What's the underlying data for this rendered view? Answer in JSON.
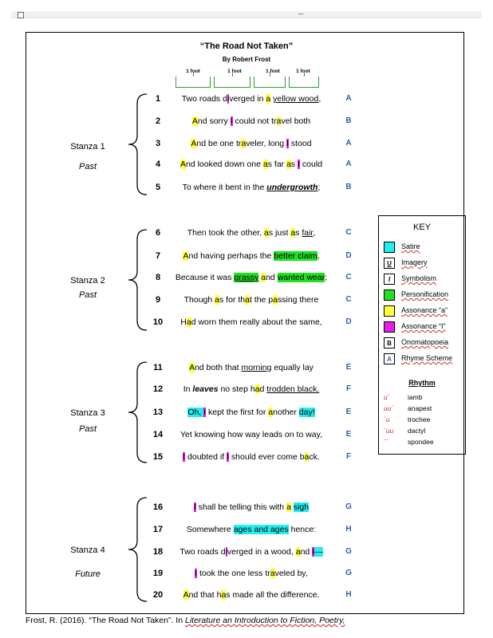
{
  "poem": {
    "title": "“The Road Not Taken”",
    "author": "By Robert Frost",
    "foot_labels": [
      "1 foot",
      "1 foot",
      "1 foot",
      "1 foot"
    ]
  },
  "stanzas": [
    {
      "label": "Stanza 1",
      "time": "Past"
    },
    {
      "label": "Stanza 2",
      "time": "Past"
    },
    {
      "label": "Stanza 3",
      "time": "Past"
    },
    {
      "label": "Stanza 4",
      "time": "Future"
    }
  ],
  "lines": [
    {
      "n": "1",
      "rhyme": "A",
      "segs": [
        [
          "Two roads d",
          ""
        ],
        [
          "i",
          "m"
        ],
        [
          "verged in ",
          ""
        ],
        [
          "a",
          "y"
        ],
        [
          " ",
          ""
        ],
        [
          "yellow wood",
          ""
        ],
        [
          ",",
          ""
        ]
      ]
    },
    {
      "n": "2",
      "rhyme": "B",
      "segs": [
        [
          "A",
          "y"
        ],
        [
          "nd sorry ",
          ""
        ],
        [
          "I",
          "m"
        ],
        [
          " could not tr",
          ""
        ],
        [
          "a",
          "y"
        ],
        [
          "vel both",
          ""
        ]
      ]
    },
    {
      "n": "3",
      "rhyme": "A",
      "segs": [
        [
          "A",
          "y"
        ],
        [
          "nd be one tr",
          ""
        ],
        [
          "a",
          "y"
        ],
        [
          "veler, long ",
          ""
        ],
        [
          "I",
          "m"
        ],
        [
          " stood",
          ""
        ]
      ]
    },
    {
      "n": "4",
      "rhyme": "A",
      "segs": [
        [
          "A",
          "y"
        ],
        [
          "nd looked down one ",
          ""
        ],
        [
          "a",
          "y"
        ],
        [
          "s far ",
          ""
        ],
        [
          "a",
          "y"
        ],
        [
          "s ",
          ""
        ],
        [
          "I",
          "m"
        ],
        [
          " could",
          ""
        ]
      ]
    },
    {
      "n": "5",
      "rhyme": "B",
      "segs": [
        [
          "To where it bent in the ",
          ""
        ],
        [
          "undergrowth",
          ""
        ],
        [
          ";",
          ""
        ]
      ]
    },
    {
      "n": "6",
      "rhyme": "C",
      "segs": [
        [
          "Then took the other, ",
          ""
        ],
        [
          "a",
          "y"
        ],
        [
          "s just ",
          ""
        ],
        [
          "a",
          "y"
        ],
        [
          "s ",
          ""
        ],
        [
          "fair",
          ""
        ],
        [
          ",",
          ""
        ]
      ]
    },
    {
      "n": "7",
      "rhyme": "D",
      "segs": [
        [
          "A",
          "y"
        ],
        [
          "nd having perhaps the ",
          ""
        ],
        [
          "better claim",
          "g"
        ],
        [
          ",",
          ""
        ]
      ]
    },
    {
      "n": "8",
      "rhyme": "C",
      "segs": [
        [
          "Because it was ",
          ""
        ],
        [
          "grassy",
          "g"
        ],
        [
          " ",
          ""
        ],
        [
          "a",
          "y"
        ],
        [
          "nd ",
          ""
        ],
        [
          "wanted wear",
          "g"
        ],
        [
          ";",
          ""
        ]
      ]
    },
    {
      "n": "9",
      "rhyme": "C",
      "segs": [
        [
          "Though ",
          ""
        ],
        [
          "a",
          "y"
        ],
        [
          "s for th",
          ""
        ],
        [
          "a",
          "y"
        ],
        [
          "t the p",
          ""
        ],
        [
          "a",
          "y"
        ],
        [
          "ssing there",
          ""
        ]
      ]
    },
    {
      "n": "10",
      "rhyme": "D",
      "segs": [
        [
          "H",
          ""
        ],
        [
          "a",
          "y"
        ],
        [
          "d worn them really about the same,",
          ""
        ]
      ]
    },
    {
      "n": "11",
      "rhyme": "E",
      "segs": [
        [
          "A",
          "y"
        ],
        [
          "nd both that ",
          ""
        ],
        [
          "morning",
          ""
        ],
        [
          " equally lay",
          ""
        ]
      ]
    },
    {
      "n": "12",
      "rhyme": "F",
      "segs": [
        [
          "In ",
          ""
        ],
        [
          "leaves",
          ""
        ],
        [
          " no step h",
          ""
        ],
        [
          "a",
          "y"
        ],
        [
          "d ",
          ""
        ],
        [
          "trodden black.",
          ""
        ]
      ]
    },
    {
      "n": "13",
      "rhyme": "E",
      "segs": [
        [
          "Oh, ",
          "c"
        ],
        [
          "I",
          "m"
        ],
        [
          " kept the first for ",
          ""
        ],
        [
          "a",
          "y"
        ],
        [
          "nother ",
          ""
        ],
        [
          "day!",
          "c"
        ]
      ]
    },
    {
      "n": "14",
      "rhyme": "E",
      "segs": [
        [
          "Yet knowing how way leads on to way,",
          ""
        ]
      ]
    },
    {
      "n": "15",
      "rhyme": "F",
      "segs": [
        [
          "I",
          "m"
        ],
        [
          " doubted if ",
          ""
        ],
        [
          "I",
          "m"
        ],
        [
          " should ever come b",
          ""
        ],
        [
          "a",
          "y"
        ],
        [
          "ck.",
          ""
        ]
      ]
    },
    {
      "n": "16",
      "rhyme": "G",
      "segs": [
        [
          "I",
          "m"
        ],
        [
          " shall be telling this with ",
          ""
        ],
        [
          "a",
          "y"
        ],
        [
          " ",
          ""
        ],
        [
          "sigh",
          "c"
        ]
      ]
    },
    {
      "n": "17",
      "rhyme": "H",
      "segs": [
        [
          "Somewhere ",
          ""
        ],
        [
          "ages and ages",
          "c"
        ],
        [
          " hence:",
          ""
        ]
      ]
    },
    {
      "n": "18",
      "rhyme": "G",
      "segs": [
        [
          "Two roads d",
          ""
        ],
        [
          "i",
          "m"
        ],
        [
          "verged in a wood, ",
          ""
        ],
        [
          "a",
          "y"
        ],
        [
          "nd ",
          ""
        ],
        [
          "I",
          "m"
        ],
        [
          "—",
          "c"
        ]
      ]
    },
    {
      "n": "19",
      "rhyme": "G",
      "segs": [
        [
          "I",
          "m"
        ],
        [
          " took the one less tr",
          ""
        ],
        [
          "a",
          "y"
        ],
        [
          "veled by,",
          ""
        ]
      ]
    },
    {
      "n": "20",
      "rhyme": "H",
      "segs": [
        [
          "A",
          "y"
        ],
        [
          "nd that h",
          ""
        ],
        [
          "a",
          "y"
        ],
        [
          "s made all the difference.",
          ""
        ]
      ]
    }
  ],
  "key": {
    "title": "KEY",
    "items": [
      {
        "label": "Satire",
        "sym": "",
        "color": "#22eeee"
      },
      {
        "label": "Imagery",
        "sym": "U",
        "color": "#ffffff"
      },
      {
        "label": "Symbolism",
        "sym": "I",
        "color": "#ffffff"
      },
      {
        "label": "Personification",
        "sym": "",
        "color": "#22e022"
      },
      {
        "label": "Assonance “a”",
        "sym": "",
        "color": "#ffff3c"
      },
      {
        "label": "Assonance “I”",
        "sym": "",
        "color": "#e51ee5"
      },
      {
        "label": "Onomatopoeia",
        "sym": "B",
        "color": "#ffffff"
      },
      {
        "label": "Rhyme Scheme",
        "sym": "A",
        "color": "#ffffff"
      }
    ],
    "rhythm_title": "Rhythm",
    "rhythm": [
      {
        "sym": "u´",
        "name": "iamb"
      },
      {
        "sym": "uu´",
        "name": "anapest"
      },
      {
        "sym": "´u",
        "name": "trochee"
      },
      {
        "sym": "´uu",
        "name": "dactyl"
      },
      {
        "sym": "´´",
        "name": "spondee"
      }
    ]
  },
  "citation": {
    "prefix": "Frost, R. (2016). “The Road Not Taken”. In ",
    "italic": "Literature an Introduction to Fiction, Poetry,"
  },
  "colors": {
    "rhyme_letters": "#2f5fb0",
    "meter_marks": "#c83232",
    "foot_brackets": "#2e9e2e"
  }
}
